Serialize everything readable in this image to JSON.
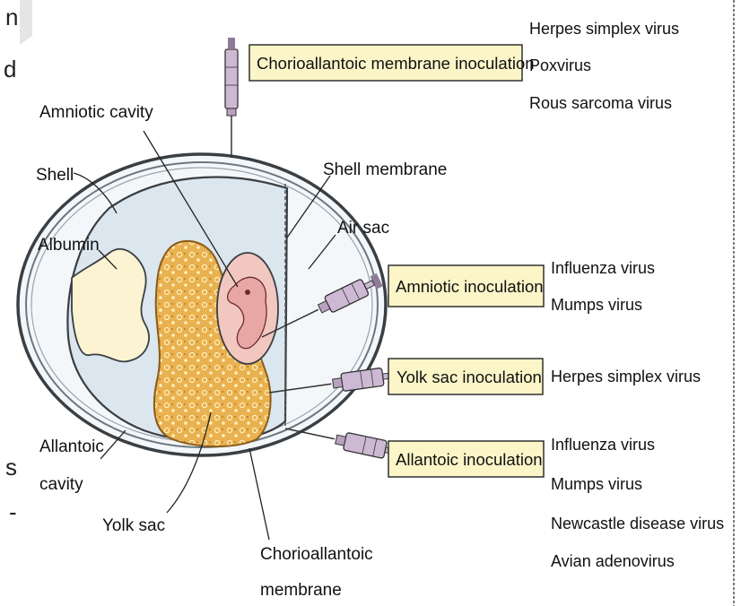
{
  "edge_fragments": [
    "n",
    "d",
    "s",
    "-"
  ],
  "labels": {
    "amniotic_cavity": "Amniotic cavity",
    "shell": "Shell",
    "albumin": "Albumin",
    "allantoic_cavity_line1": "Allantoic",
    "allantoic_cavity_line2": "cavity",
    "yolk_sac": "Yolk sac",
    "chorioallantoic_line1": "Chorioallantoic",
    "chorioallantoic_line2": "membrane",
    "shell_membrane": "Shell membrane",
    "air_sac": "Air sac"
  },
  "inoculations": [
    {
      "label": "Chorioallantoic membrane inoculation",
      "viruses": [
        "Herpes simplex virus",
        "Poxvirus",
        "Rous sarcoma virus"
      ]
    },
    {
      "label": "Amniotic inoculation",
      "viruses": [
        "Influenza virus",
        "Mumps virus"
      ]
    },
    {
      "label": "Yolk sac inoculation",
      "viruses": [
        "Herpes simplex virus"
      ]
    },
    {
      "label": "Allantoic inoculation",
      "viruses": [
        "Influenza virus",
        "Mumps virus",
        "Newcastle disease virus",
        "Avian adenovirus"
      ]
    }
  ],
  "colors": {
    "box_fill": "#fbf5c8",
    "air_sac": "#f3f7f9",
    "allantoic_cavity": "#dbe6ee",
    "albumin": "#fbf3d2",
    "yolk": "#e9b150",
    "amnion": "#f2c7c0",
    "embryo": "#e8a7a4",
    "syringe": "#c9b3cf"
  }
}
